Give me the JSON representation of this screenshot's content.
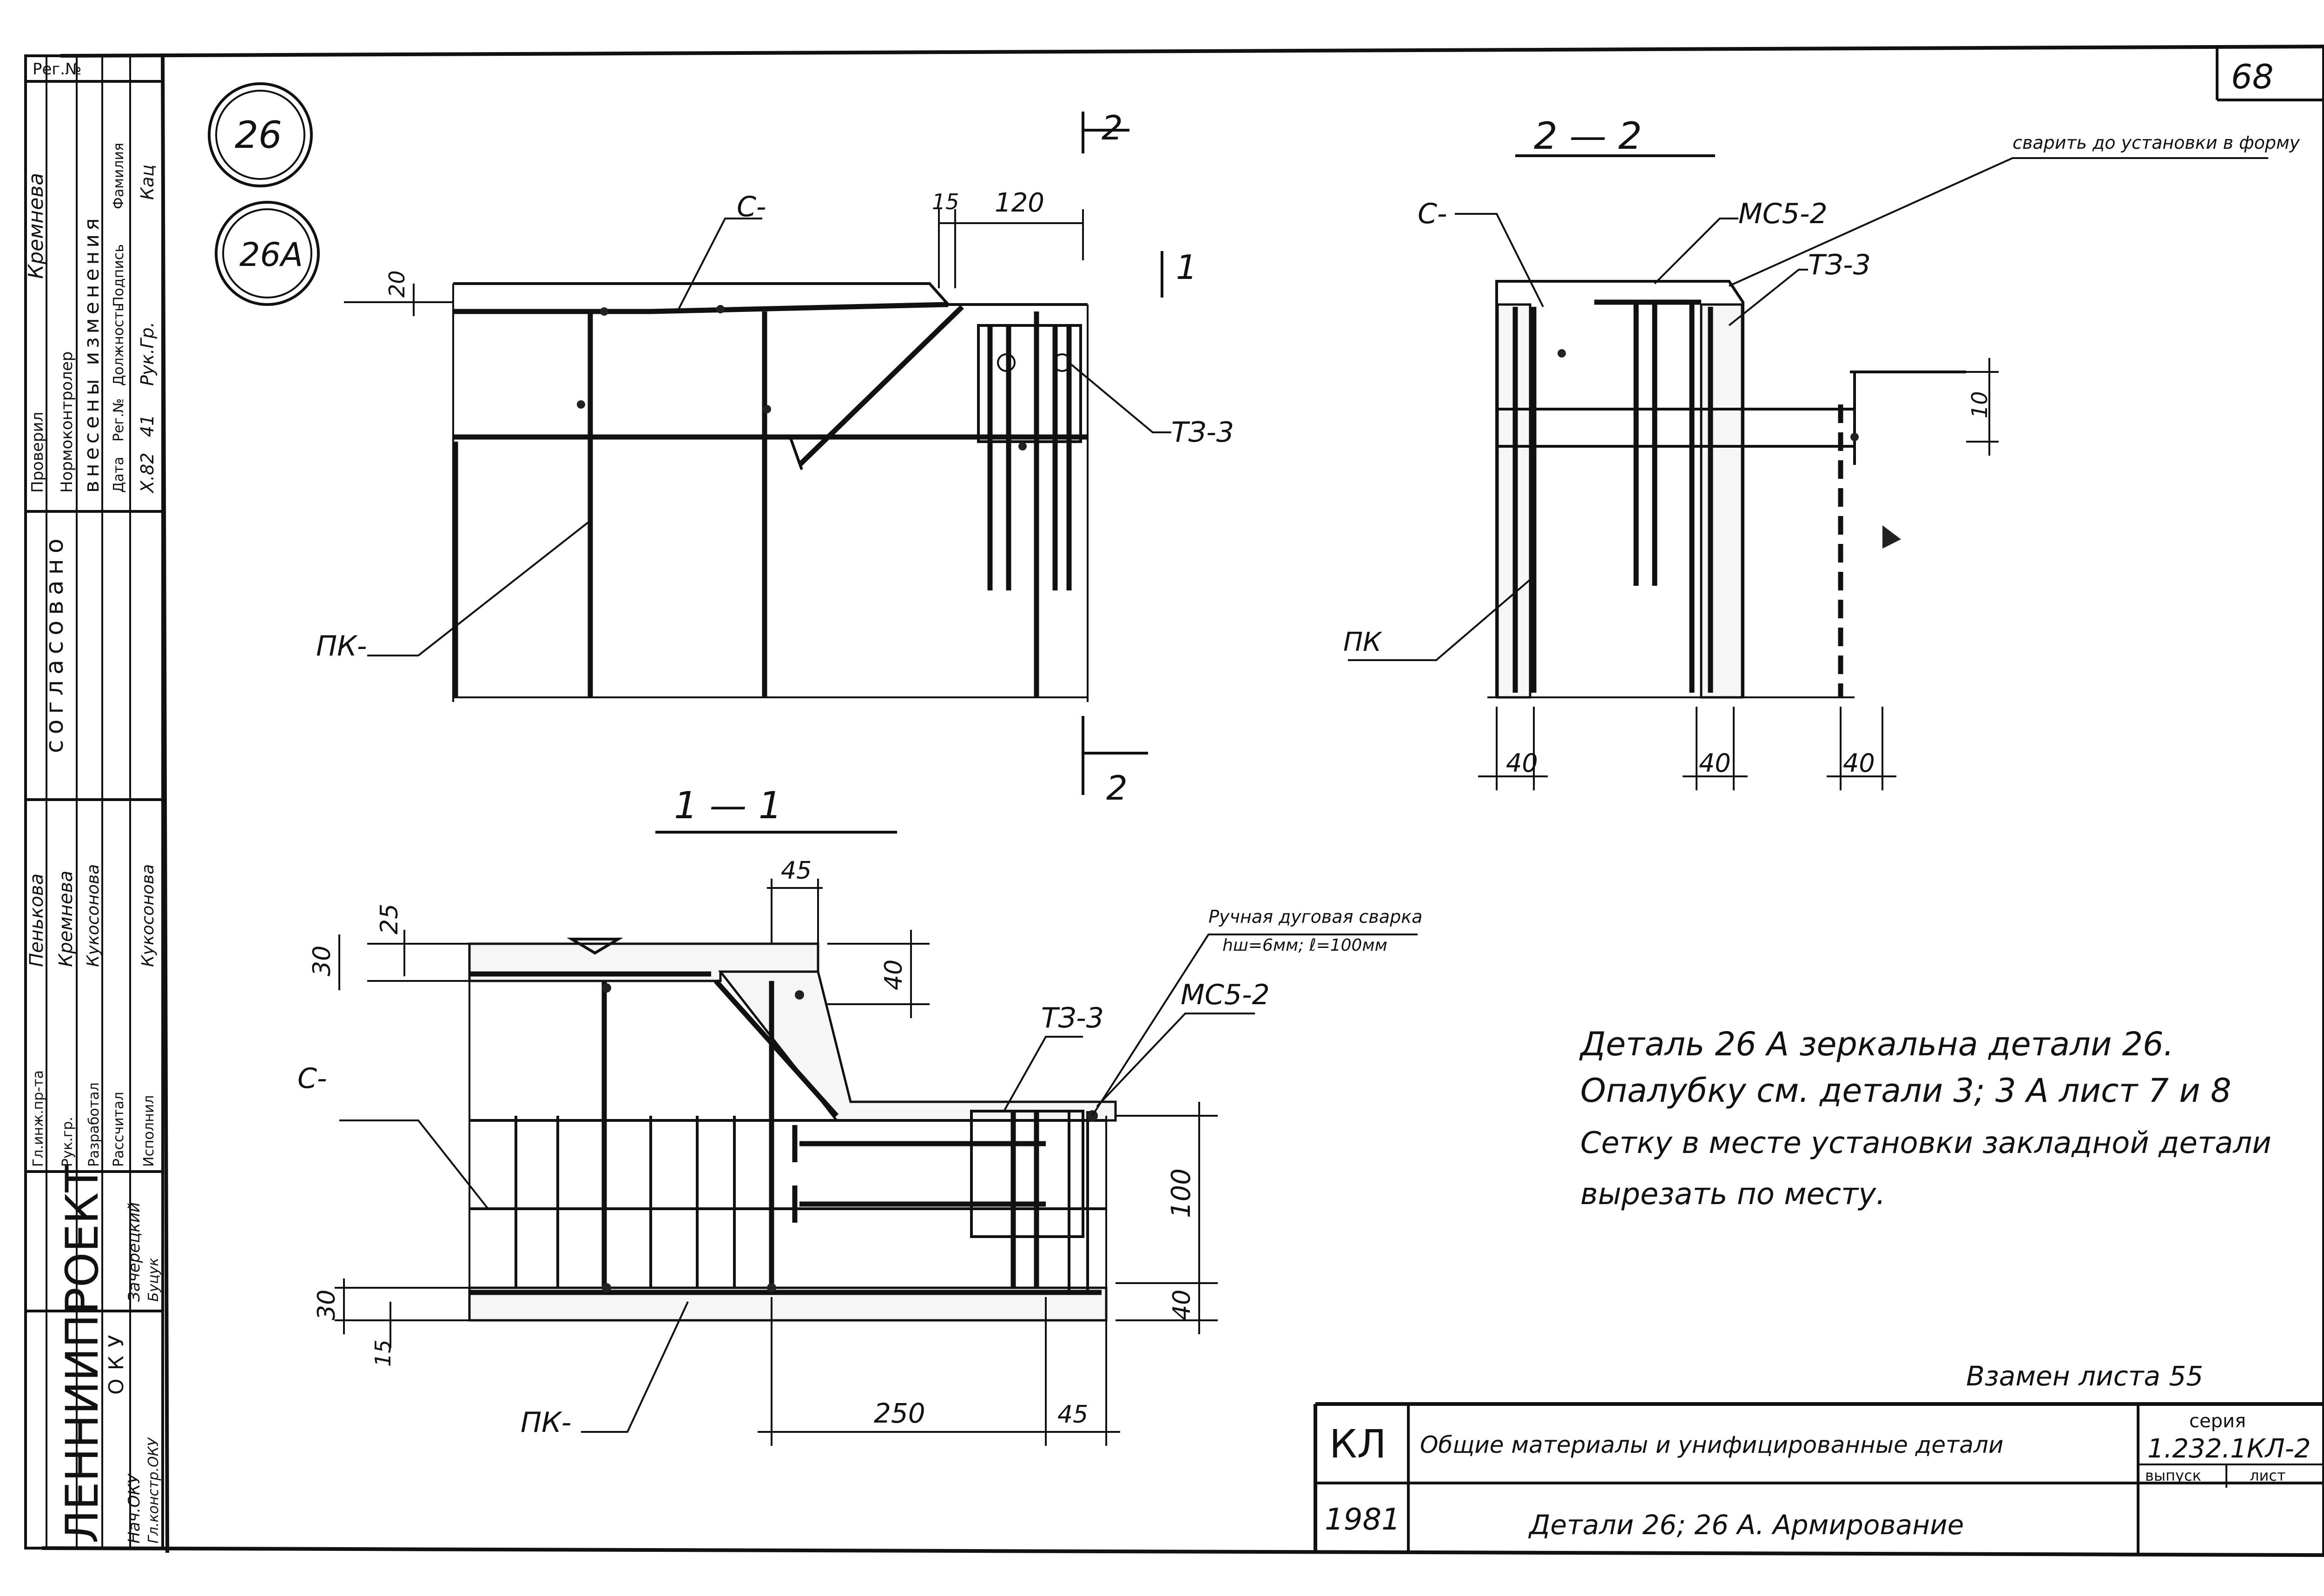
{
  "page_number": "68",
  "detail_markers": [
    "26",
    "26A"
  ],
  "stamp": {
    "reg_no_label": "Рег.№",
    "agreed_label": "согласовано",
    "checked_label": "Проверил",
    "norm_control_label": "Нормоконтролер",
    "changes_label": "внесены изменения",
    "change_header": [
      "Дата",
      "Рег.№",
      "Должность",
      "Подпись",
      "Фамилия"
    ],
    "change_row": [
      "X.82",
      "41",
      "Рук.Гр.",
      "",
      "Кац"
    ],
    "approver_name": "Кремнева",
    "people": [
      {
        "role": "Гл.инж.пр-та",
        "name": "Пенькова"
      },
      {
        "role": "Рук.гр.",
        "name": "Кремнева"
      },
      {
        "role": "Разработал",
        "name": "Кукосонова"
      },
      {
        "role": "Рассчитал",
        "name": ""
      },
      {
        "role": "Исполнил",
        "name": "Кукосонова"
      }
    ],
    "dept": "ОКУ",
    "head": {
      "role": "Нач.ОКУ",
      "name": "Зачерецкий"
    },
    "chief": {
      "role": "Гл.констр.ОКУ",
      "name": "Буцук"
    },
    "org": "ЛЕННИИПРОЕКТ"
  },
  "section_2_2": {
    "cut_label": "2 — 2",
    "labels": {
      "c": "С-",
      "mc": "МС5-2",
      "tz": "ТЗ-3",
      "pk": "ПК"
    },
    "note": "сварить до установки в форму",
    "dims": [
      "40",
      "40",
      "40",
      "10"
    ]
  },
  "elevation": {
    "cut_mark_2": "2",
    "cut_mark_1": "1",
    "labels": {
      "c": "С-",
      "tz": "ТЗ-3",
      "pk": "ПК-"
    },
    "dims": [
      "15",
      "120",
      "20"
    ]
  },
  "section_1_1": {
    "cut_label": "1 — 1",
    "labels": {
      "c": "С-",
      "tz": "ТЗ-3",
      "mc": "МС5-2",
      "pk": "ПК-"
    },
    "weld_title": "Ручная дуговая сварка",
    "weld_params": "hш=6мм; ℓ=100мм",
    "dims": [
      "45",
      "25",
      "30",
      "40",
      "100",
      "40",
      "30",
      "15",
      "250",
      "45"
    ]
  },
  "notes": [
    "Деталь 26 А зеркальна детали 26.",
    "Опалубку см. детали 3; 3 А лист 7 и 8",
    "Сетку в месте установки закладной детали",
    "вырезать по месту."
  ],
  "replaces": "Взамен листа 55",
  "title_block": {
    "code": "КЛ",
    "year": "1981",
    "title": "Общие материалы и унифицированные детали",
    "subtitle": "Детали 26; 26 А. Армирование",
    "series_label": "серия",
    "series_value": "1.232.1КЛ-2",
    "issue_label": "выпуск",
    "sheet_label": "лист"
  }
}
